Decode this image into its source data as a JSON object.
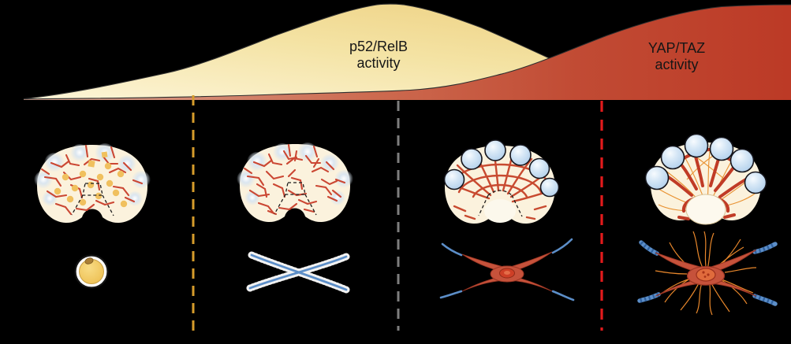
{
  "figure": {
    "background_color": "#000000"
  },
  "curves": {
    "p52_relb": {
      "label_line1": "p52/RelB",
      "label_line2": "activity",
      "fill_start": "#FDF5D8",
      "fill_end": "#EED183",
      "outline": "#2E2E2E",
      "text_color": "#161616",
      "shape": "bell",
      "peak_x_fraction": 0.49
    },
    "yap_taz": {
      "label_line1": "YAP/TAZ",
      "label_line2": "activity",
      "fill_start": "#DCA895",
      "fill_end": "#BC3A26",
      "outline": "#2E2E2E",
      "text_color": "#141414",
      "shape": "sigmoid-rising",
      "plateau": "right-edge"
    }
  },
  "dividers": [
    {
      "id": "divider-orange",
      "color": "#D69C2B",
      "style": "dashed"
    },
    {
      "id": "divider-gray",
      "color": "#7E7E7E",
      "style": "dashed"
    },
    {
      "id": "divider-red",
      "color": "#E21A1C",
      "style": "dashed"
    }
  ],
  "stages": [
    {
      "id": "stage-1",
      "organ_icon": "lymph-node-anlage-scattered-vessels-icon",
      "cell_icon": "round-progenitor-cell-icon"
    },
    {
      "id": "stage-2",
      "organ_icon": "lymph-node-anlage-dense-vessels-icon",
      "cell_icon": "crossing-spindle-cells-icon"
    },
    {
      "id": "stage-3",
      "organ_icon": "lymph-node-follicles-forming-icon",
      "cell_icon": "reticular-cell-icon"
    },
    {
      "id": "stage-4",
      "organ_icon": "mature-lymph-node-icon",
      "cell_icon": "reticular-cell-with-conduits-icon"
    }
  ],
  "palette": {
    "tissue_cream": "#FBF2DD",
    "vessel_red": "#CB4733",
    "thick_vessel_red": "#C03B26",
    "lti_dot_yellow": "#F0C05E",
    "follicle_blue": "#AECDEA",
    "background_blob_blue": "#D6E3EE",
    "cell_line_blue": "#5C8EC8",
    "fiber_orange": "#E8872B",
    "fibroblast_body": "#C6523B",
    "yolk_cell_yellow": "#EEC255"
  }
}
